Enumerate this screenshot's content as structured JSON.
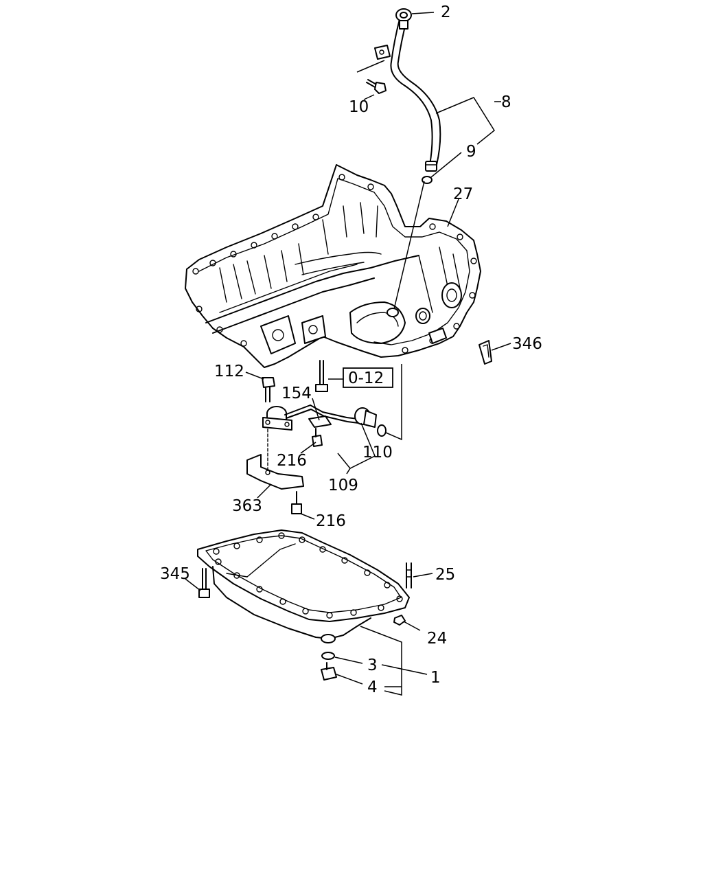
{
  "callouts": {
    "c2": "2",
    "c10": "10",
    "c8": "8",
    "c9": "9",
    "c27": "27",
    "c346": "346",
    "c112": "112",
    "ref_box": "0-12",
    "c154": "154",
    "c216a": "216",
    "c110": "110",
    "c109": "109",
    "c363": "363",
    "c216b": "216",
    "c345": "345",
    "c25": "25",
    "c24": "24",
    "c3": "3",
    "c1": "1",
    "c4": "4"
  }
}
